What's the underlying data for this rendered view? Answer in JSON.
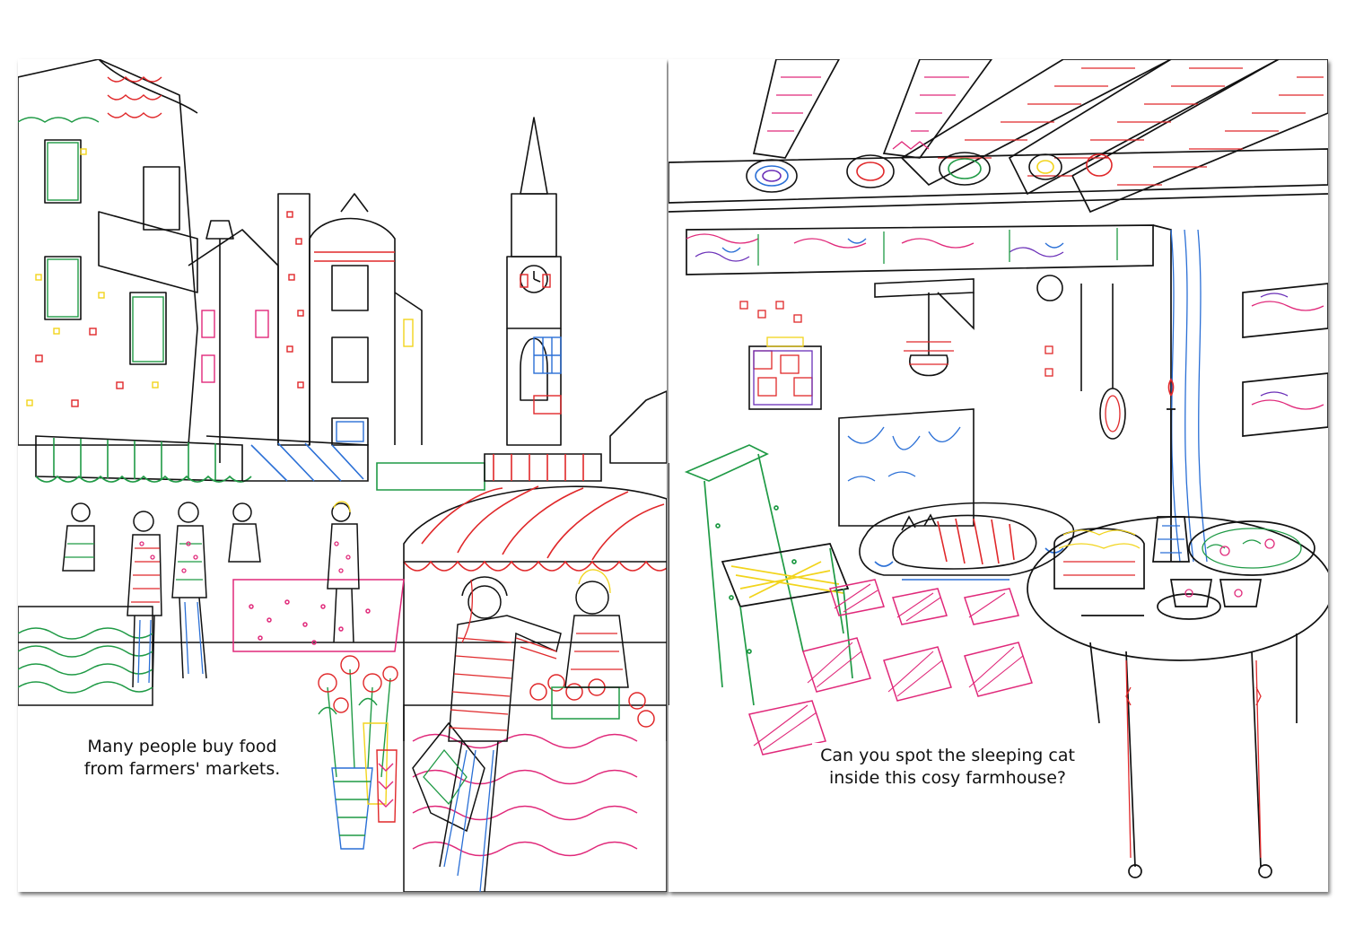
{
  "left_page": {
    "caption": "Many people buy food\nfrom farmers' markets.",
    "scene": "farmers-market"
  },
  "right_page": {
    "caption": "Can you spot the sleeping cat\ninside this cosy farmhouse?",
    "scene": "farmhouse-kitchen"
  },
  "colors": {
    "red": "#e0282a",
    "green": "#1f9a45",
    "blue": "#2a6fd6",
    "yellow": "#f2d41c",
    "pink": "#e0297a",
    "purple": "#6a2fb8",
    "ink": "#111111"
  }
}
